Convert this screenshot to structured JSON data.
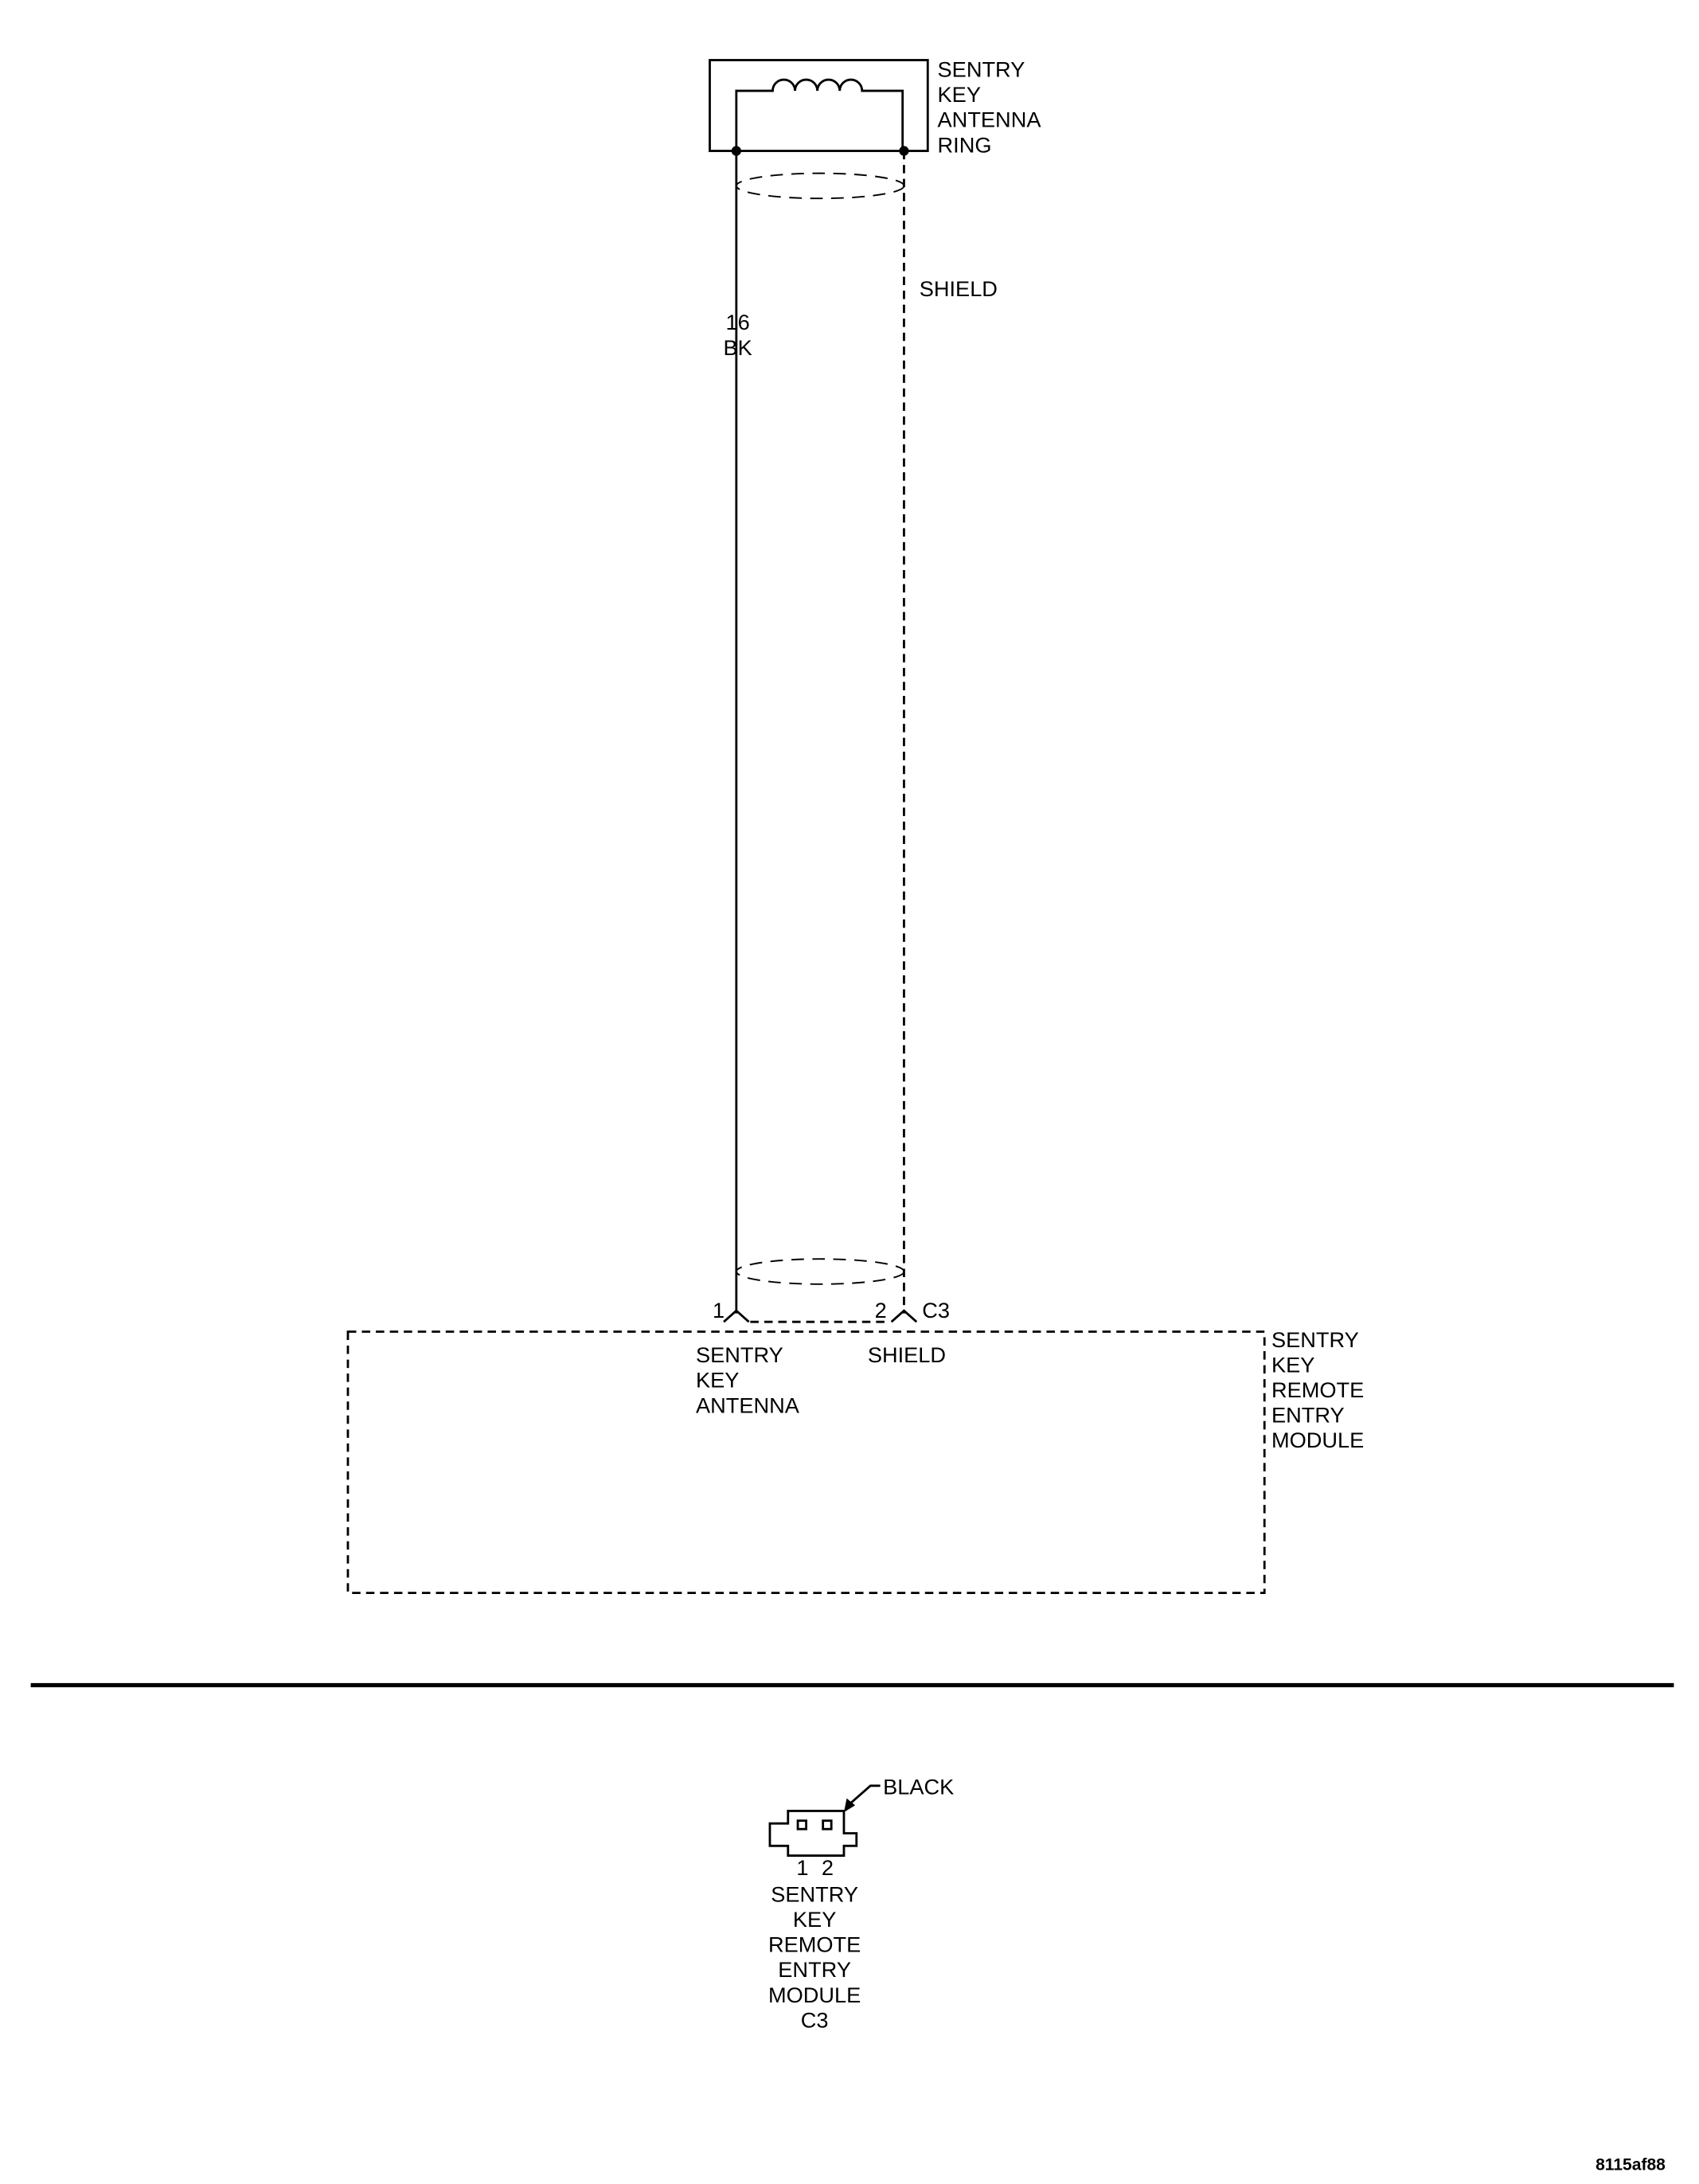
{
  "antenna_ring": {
    "label_lines": [
      "SENTRY",
      "KEY",
      "ANTENNA",
      "RING"
    ]
  },
  "wire": {
    "gauge": "16",
    "color": "BK"
  },
  "shield_label": "SHIELD",
  "connector": {
    "name": "C3",
    "pin1": "1",
    "pin2": "2"
  },
  "module": {
    "label_lines": [
      "SENTRY",
      "KEY",
      "REMOTE",
      "ENTRY",
      "MODULE"
    ],
    "pin1_label_lines": [
      "SENTRY",
      "KEY",
      "ANTENNA"
    ],
    "pin2_label": "SHIELD"
  },
  "connector_view": {
    "color_label": "BLACK",
    "pins": [
      "1",
      "2"
    ],
    "label_lines": [
      "SENTRY",
      "KEY",
      "REMOTE",
      "ENTRY",
      "MODULE",
      "C3"
    ]
  },
  "figure_id": "8115af88"
}
